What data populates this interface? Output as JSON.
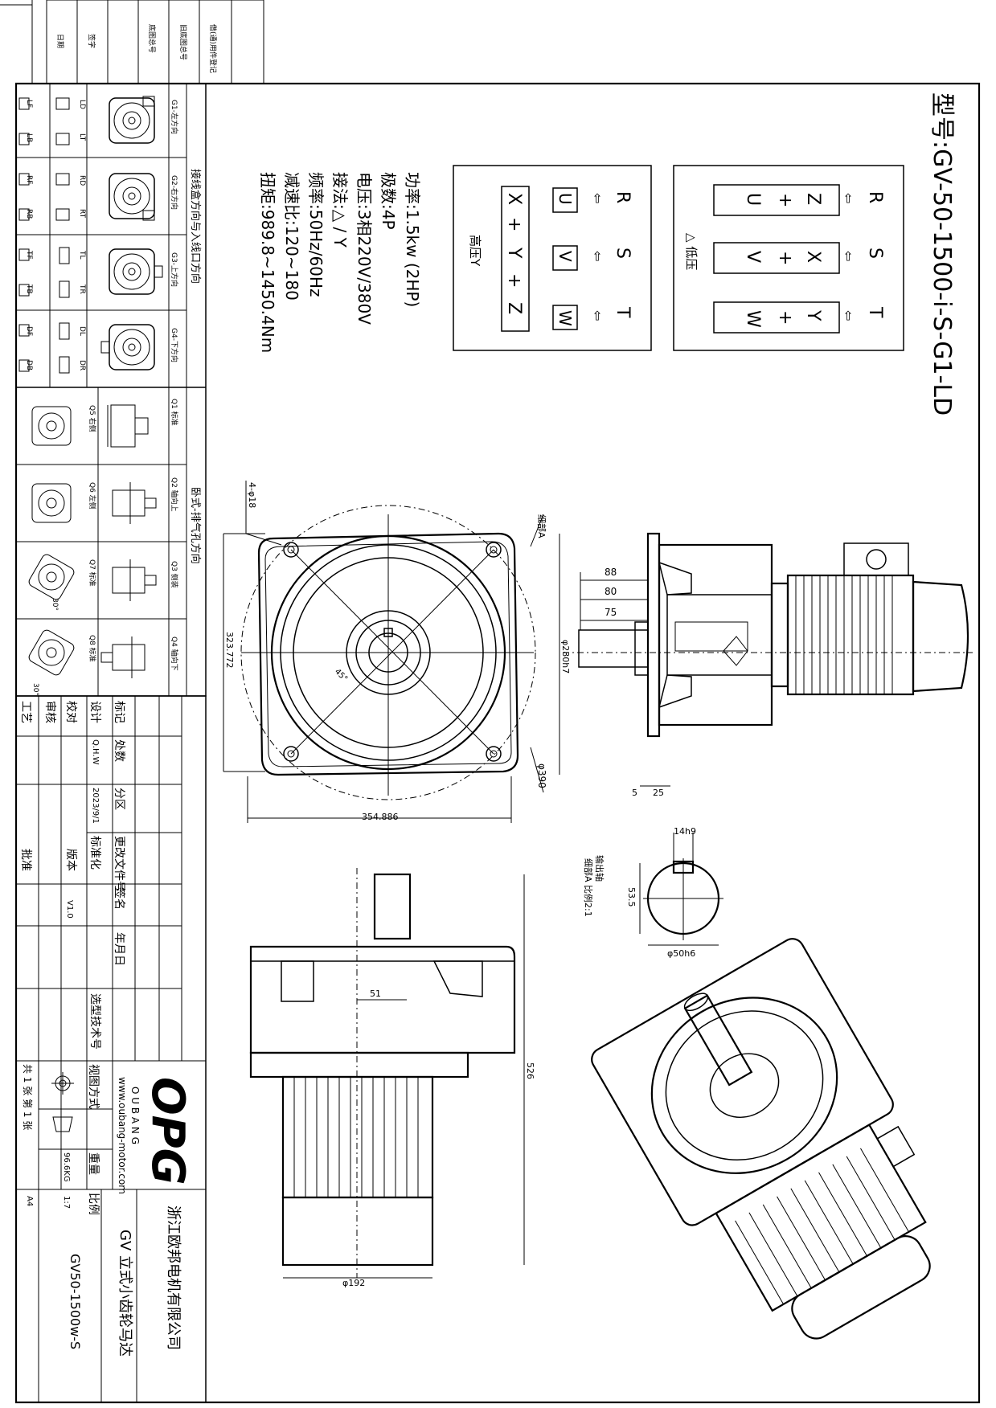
{
  "model": {
    "full": "型号:GV-50-1500-i-S-G1-LD"
  },
  "specs": {
    "power": "功率:1.5kw (2HP)",
    "poles": "极数:4P",
    "voltage": "电压:3相220V/380V",
    "connection": "接法:△ / Y",
    "frequency": "频率:50Hz/60Hz",
    "ratio": "减速比:120~180",
    "torque": "扭矩:989.8~1450.4Nm"
  },
  "wiring_low": {
    "title": "△ 低压",
    "top": [
      "R",
      "S",
      "T"
    ],
    "bottom": [
      [
        "Z",
        "+",
        "U"
      ],
      [
        "X",
        "+",
        "V"
      ],
      [
        "Y",
        "+",
        "W"
      ]
    ]
  },
  "wiring_high": {
    "title": "高压Y",
    "top": [
      "R",
      "S",
      "T"
    ],
    "terminals": [
      "U",
      "V",
      "W"
    ],
    "star": [
      "X",
      "+",
      "Y",
      "+",
      "Z"
    ]
  },
  "left_panel": {
    "title_junction": "接线盒方向与入线口方向",
    "junction_rows": [
      {
        "label": "G1-左方向",
        "codes": [
          "LD",
          "LT",
          "LF",
          "LB"
        ]
      },
      {
        "label": "G2-右方向",
        "codes": [
          "RD",
          "RT",
          "RF",
          "RB"
        ]
      },
      {
        "label": "G3-上方向",
        "codes": [
          "TL",
          "TR",
          "TF",
          "TB"
        ]
      },
      {
        "label": "G4-下方向",
        "codes": [
          "DL",
          "DR",
          "DF",
          "DB"
        ]
      }
    ],
    "title_exhaust": "卧式-排气孔方向",
    "exhaust_rows": [
      {
        "label": "Q1 标准",
        "sub": "Q5 右侧"
      },
      {
        "label": "Q2 轴向上",
        "sub": "Q6 左侧"
      },
      {
        "label": "Q3 侧装",
        "sub": "Q7 标准"
      },
      {
        "label": "Q4 轴向下",
        "sub": "Q8 标准"
      }
    ],
    "angle_labels": [
      "30°",
      "30°"
    ]
  },
  "top_left_box": [
    "借(通)用件登记",
    "旧底图总号",
    "底图总号",
    "签字",
    "日期"
  ],
  "dimensions": {
    "holes": "4-φ18",
    "flange_h": "323.772",
    "flange_w": "354.886",
    "angle": "45°",
    "pcd": "φ390",
    "spigot": "φ280h7",
    "d88": "88",
    "d80": "80",
    "d75": "75",
    "d5": "5",
    "d25": "25",
    "detail_label": "细部A",
    "key": "14h9",
    "shaft_h": "53.5",
    "shaft_d": "φ50h6",
    "shaft_title": "输出轴",
    "shaft_detail": "细部A 比例2:1",
    "d51": "51",
    "length": "526",
    "motor_d": "φ192"
  },
  "title_block": {
    "headers": [
      "标记",
      "处数",
      "分区",
      "更改文件号",
      "签名",
      "年月日"
    ],
    "design": "设计",
    "designer": "Q.H.W",
    "date": "2023/9/1",
    "standard": "标准化",
    "check": "校对",
    "audit": "审核",
    "process": "工艺",
    "approve": "批准",
    "version_label": "版本",
    "version": "V1.0",
    "tech_no": "选型技术号",
    "logo": "OPG",
    "brand": "O U B A N G",
    "website": "www.oubang-motor.com",
    "view_label": "视图方式",
    "weight_label": "重量",
    "scale_label": "比例",
    "weight": "96.6KG",
    "scale": "1:7",
    "sheets": "共 1 张 第 1 张",
    "paper": "A4",
    "company": "浙江欧邦电机有限公司",
    "product": "GV 立式小齿轮马达",
    "drawing_no": "GV50-1500w-S"
  }
}
